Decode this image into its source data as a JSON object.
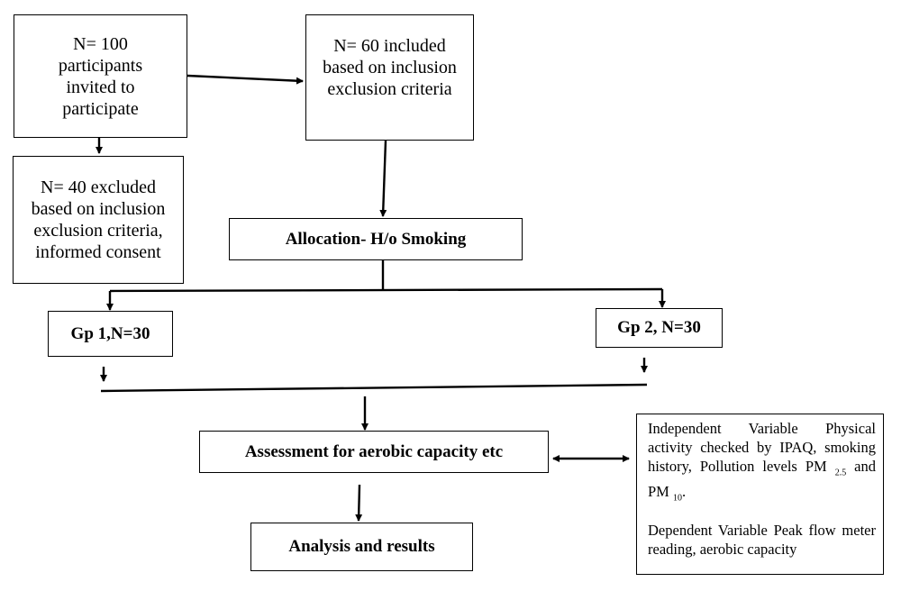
{
  "diagram": {
    "boxes": {
      "invited": "N= 100 participants invited to participate",
      "included": "N= 60 included based on inclusion exclusion criteria",
      "excluded": "N= 40 excluded based on inclusion exclusion criteria, informed consent",
      "allocation": "Allocation- H/o Smoking",
      "group1": "Gp 1,N=30",
      "group2": "Gp 2, N=30",
      "assessment": "Assessment for aerobic capacity etc",
      "analysis": "Analysis and results"
    },
    "variables": {
      "independent_text": "Independent Variable Physical activity checked by IPAQ, smoking history, Pollution levels PM",
      "pm25_sub": "2.5",
      "and_pm": "and PM",
      "pm10_sub": "10",
      "period": ".",
      "dependent_text": "Dependent Variable Peak flow meter reading, aerobic capacity"
    }
  }
}
